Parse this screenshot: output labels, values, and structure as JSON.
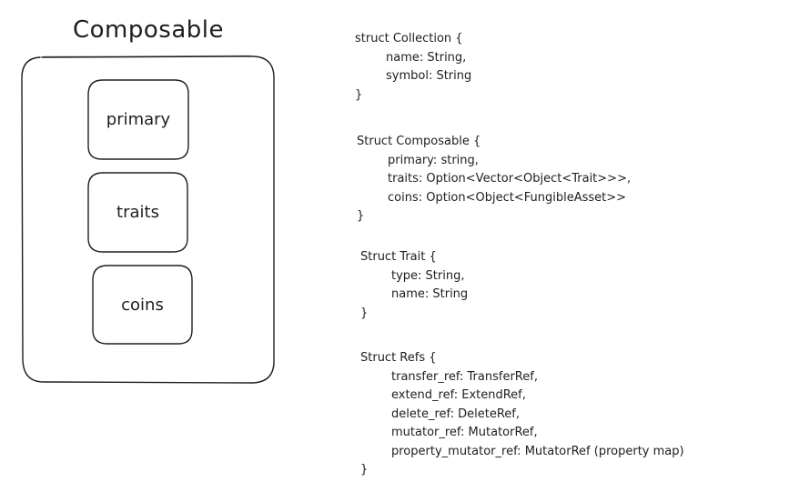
{
  "diagram": {
    "title": "Composable",
    "boxes": [
      {
        "label": "primary"
      },
      {
        "label": "traits"
      },
      {
        "label": "coins"
      }
    ]
  },
  "code_blocks": [
    {
      "lines": [
        "struct Collection {",
        "name: String,",
        "symbol: String",
        "}"
      ]
    },
    {
      "lines": [
        "Struct Composable {",
        "primary: string,",
        "traits: Option<Vector<Object<Trait>>>,",
        "coins: Option<Object<FungibleAsset>>",
        "}"
      ]
    },
    {
      "lines": [
        "Struct Trait {",
        "type: String,",
        "name: String",
        "}"
      ]
    },
    {
      "lines": [
        "Struct Refs {",
        "transfer_ref: TransferRef,",
        "extend_ref: ExtendRef,",
        "delete_ref: DeleteRef,",
        "mutator_ref: MutatorRef,",
        "property_mutator_ref: MutatorRef (property map)",
        "}"
      ]
    }
  ]
}
